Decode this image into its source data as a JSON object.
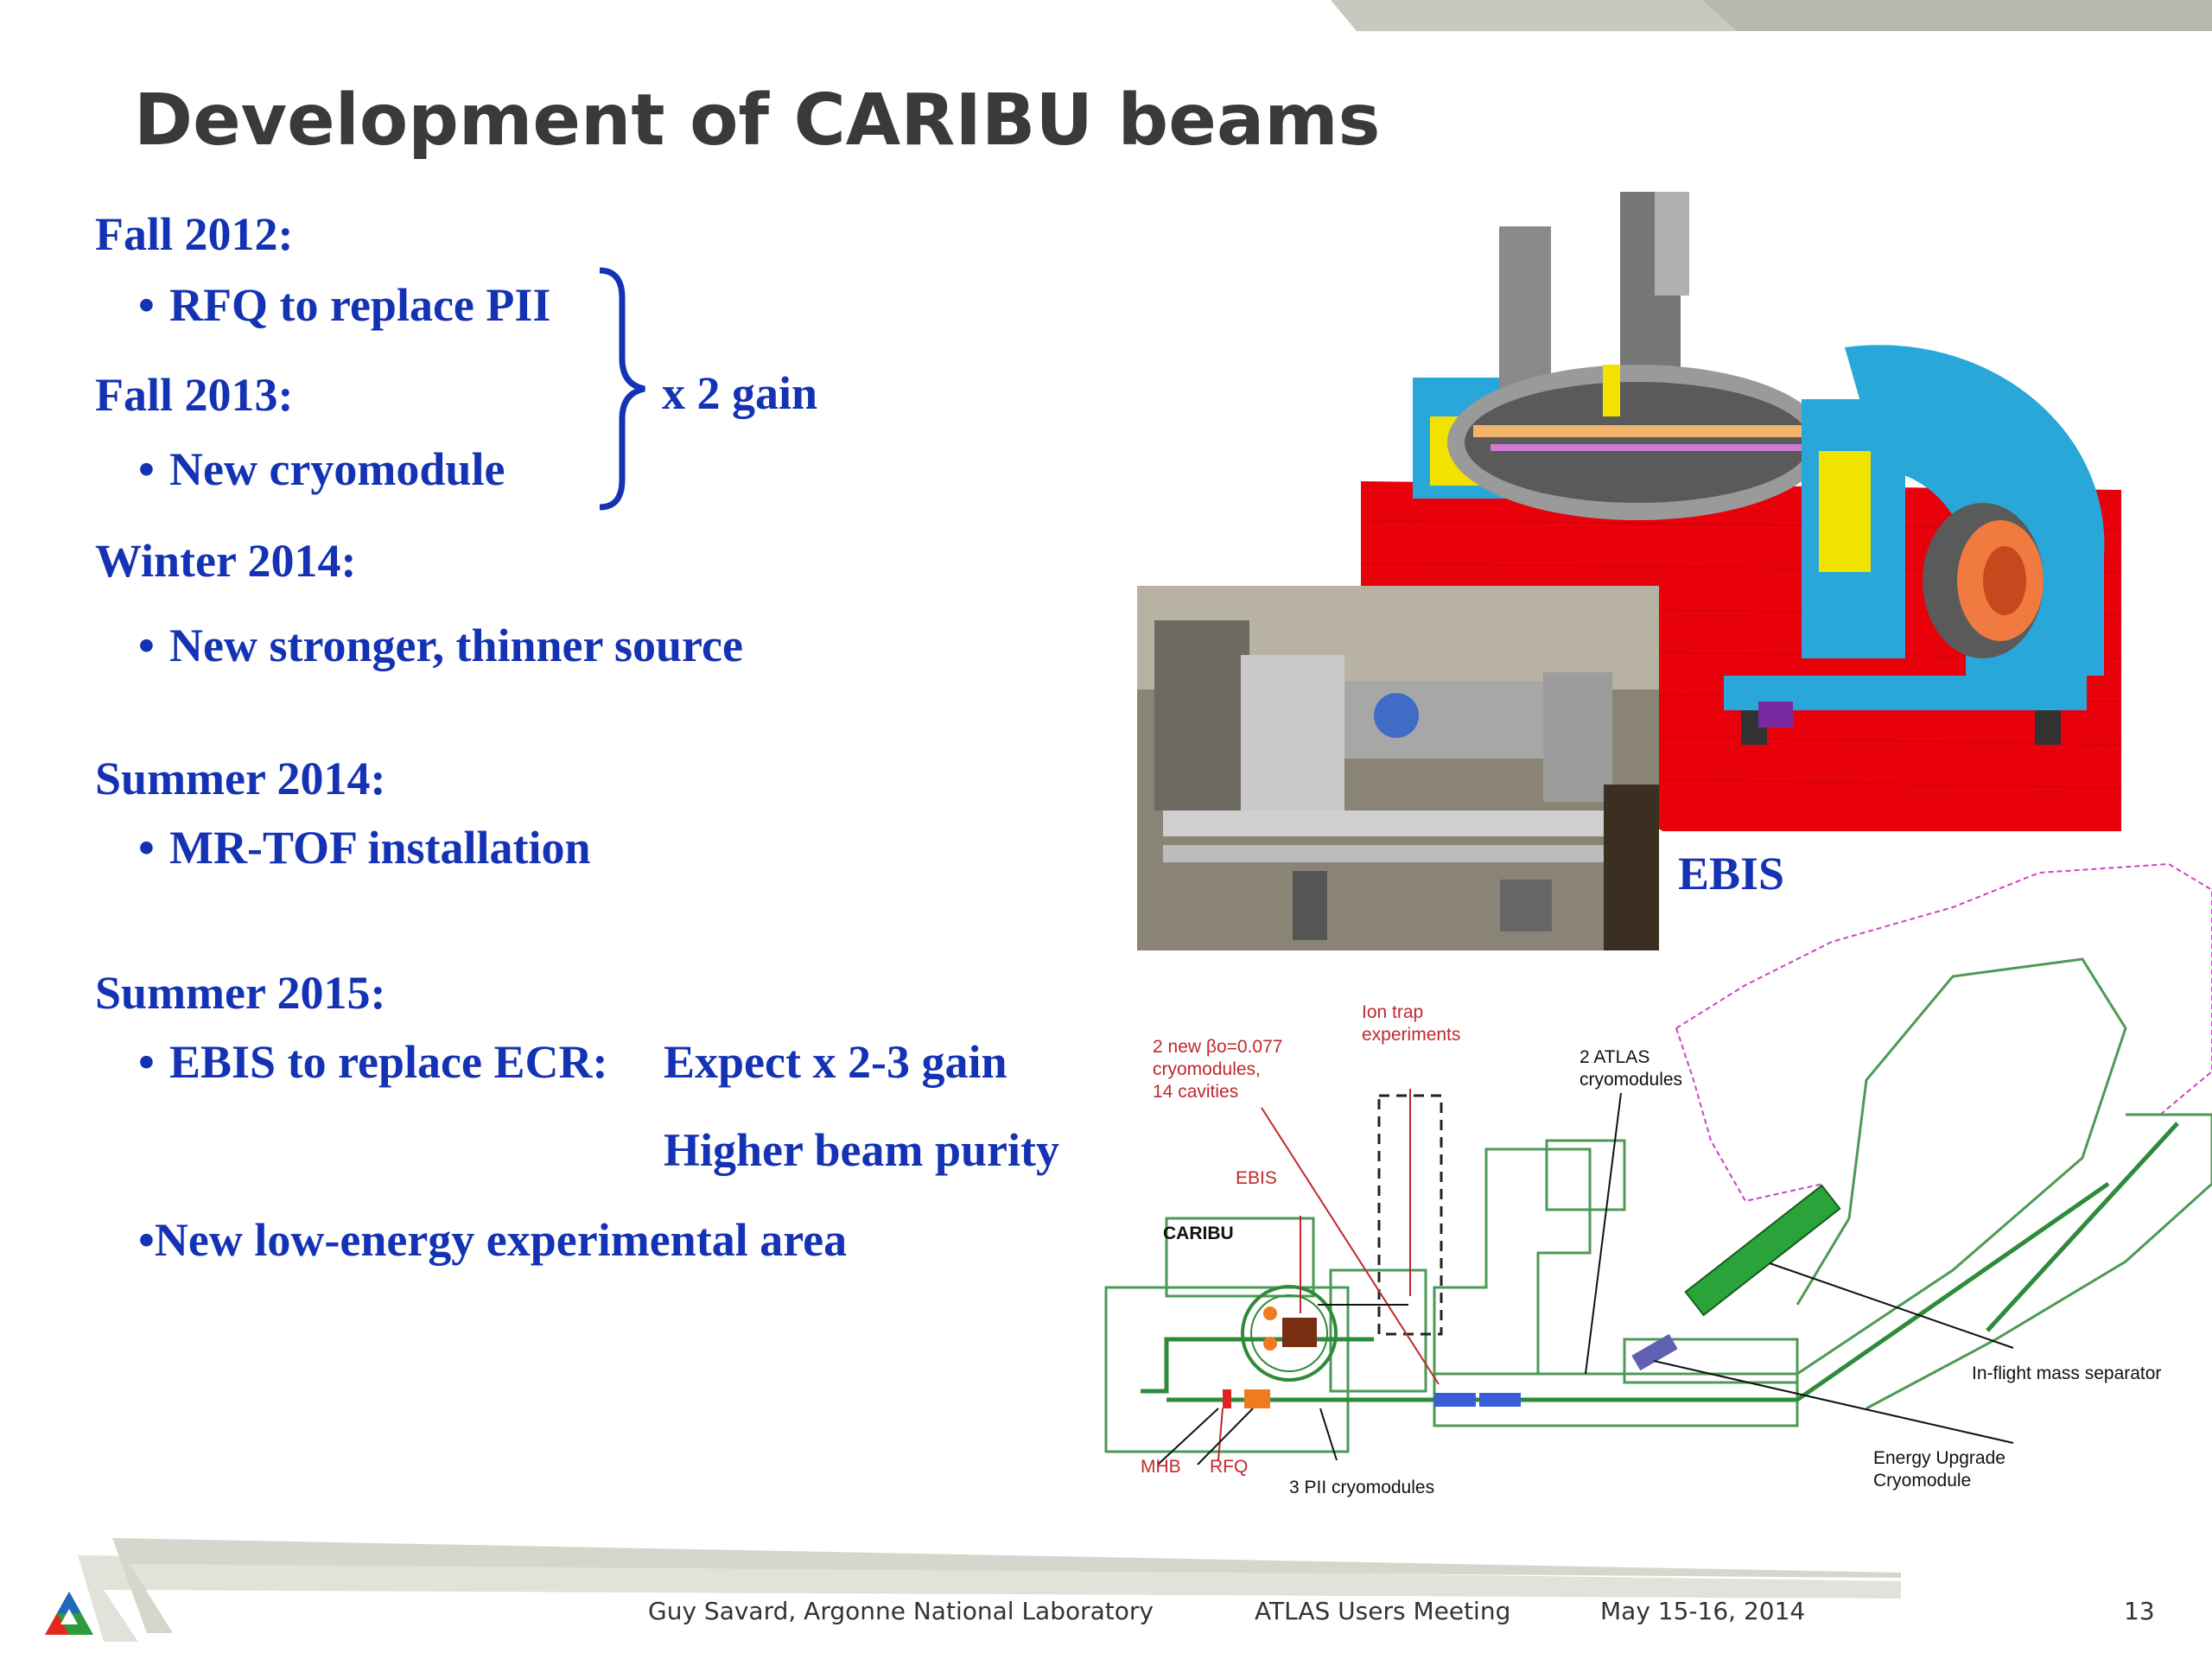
{
  "slide": {
    "title": "Development of CARIBU beams",
    "colors": {
      "title": "#3a3a3a",
      "body_text": "#1432b4",
      "annotation_red": "#c0282d",
      "beamline_green": "#2e8b3a"
    }
  },
  "timeline": {
    "fall2012": {
      "heading": "Fall 2012:",
      "bullet": "RFQ to replace PII"
    },
    "fall2013": {
      "heading": "Fall 2013:",
      "bullet": "New cryomodule"
    },
    "gain_note": "x 2 gain",
    "winter2014": {
      "heading": "Winter 2014:",
      "bullet": "New stronger, thinner source"
    },
    "summer2014": {
      "heading": "Summer 2014:",
      "bullet": "MR-TOF installation"
    },
    "summer2015": {
      "heading": "Summer 2015:",
      "bullet": "EBIS to replace ECR:",
      "expect": "Expect  x 2-3 gain",
      "purity": "Higher beam purity",
      "bullet2": "•New low-energy experimental area"
    },
    "bullet_glyph": "•"
  },
  "images": {
    "ebis_caption": "EBIS",
    "cad_icon": "ebis-cutaway-image",
    "photo_icon": "lab-photo-image"
  },
  "schematic": {
    "ion_trap": [
      "Ion trap",
      "experiments"
    ],
    "two_new": [
      "2 new βo=0.077",
      "cryomodules,",
      "14 cavities"
    ],
    "atlas": [
      "2 ATLAS",
      "cryomodules"
    ],
    "ebis": "EBIS",
    "caribu": "CARIBU",
    "inflight": "In-flight mass separator",
    "energy_upgrade": [
      "Energy Upgrade",
      "Cryomodule"
    ],
    "mhb": "MHB",
    "rfq": "RFQ",
    "pii": "3 PII cryomodules"
  },
  "footer": {
    "author": "Guy Savard, Argonne National Laboratory",
    "meeting": "ATLAS Users Meeting",
    "date": "May 15-16, 2014",
    "page": "13",
    "logo_icon": "argonne-logo-icon"
  }
}
